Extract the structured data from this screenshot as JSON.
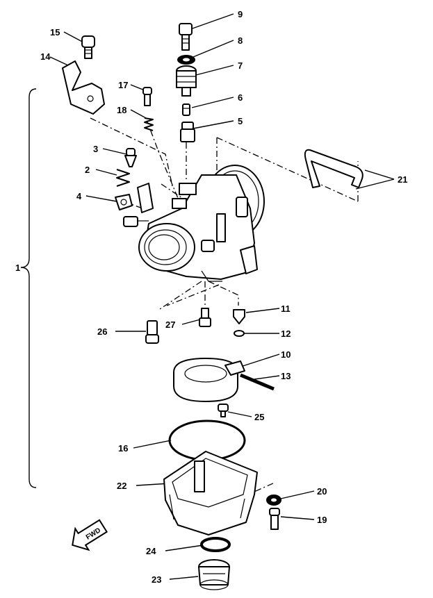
{
  "callouts": [
    {
      "id": "p1",
      "label": "1"
    },
    {
      "id": "p2",
      "label": "2"
    },
    {
      "id": "p3",
      "label": "3"
    },
    {
      "id": "p4",
      "label": "4"
    },
    {
      "id": "p5",
      "label": "5"
    },
    {
      "id": "p6",
      "label": "6"
    },
    {
      "id": "p7",
      "label": "7"
    },
    {
      "id": "p8",
      "label": "8"
    },
    {
      "id": "p9",
      "label": "9"
    },
    {
      "id": "p10",
      "label": "10"
    },
    {
      "id": "p11",
      "label": "11"
    },
    {
      "id": "p12",
      "label": "12"
    },
    {
      "id": "p13",
      "label": "13"
    },
    {
      "id": "p14",
      "label": "14"
    },
    {
      "id": "p15",
      "label": "15"
    },
    {
      "id": "p16",
      "label": "16"
    },
    {
      "id": "p17",
      "label": "17"
    },
    {
      "id": "p18",
      "label": "18"
    },
    {
      "id": "p19",
      "label": "19"
    },
    {
      "id": "p20",
      "label": "20"
    },
    {
      "id": "p21",
      "label": "21"
    },
    {
      "id": "p22",
      "label": "22"
    },
    {
      "id": "p23",
      "label": "23"
    },
    {
      "id": "p24",
      "label": "24"
    },
    {
      "id": "p25",
      "label": "25"
    },
    {
      "id": "p26",
      "label": "26"
    },
    {
      "id": "p27",
      "label": "27"
    }
  ],
  "fwd_label": "FWD"
}
